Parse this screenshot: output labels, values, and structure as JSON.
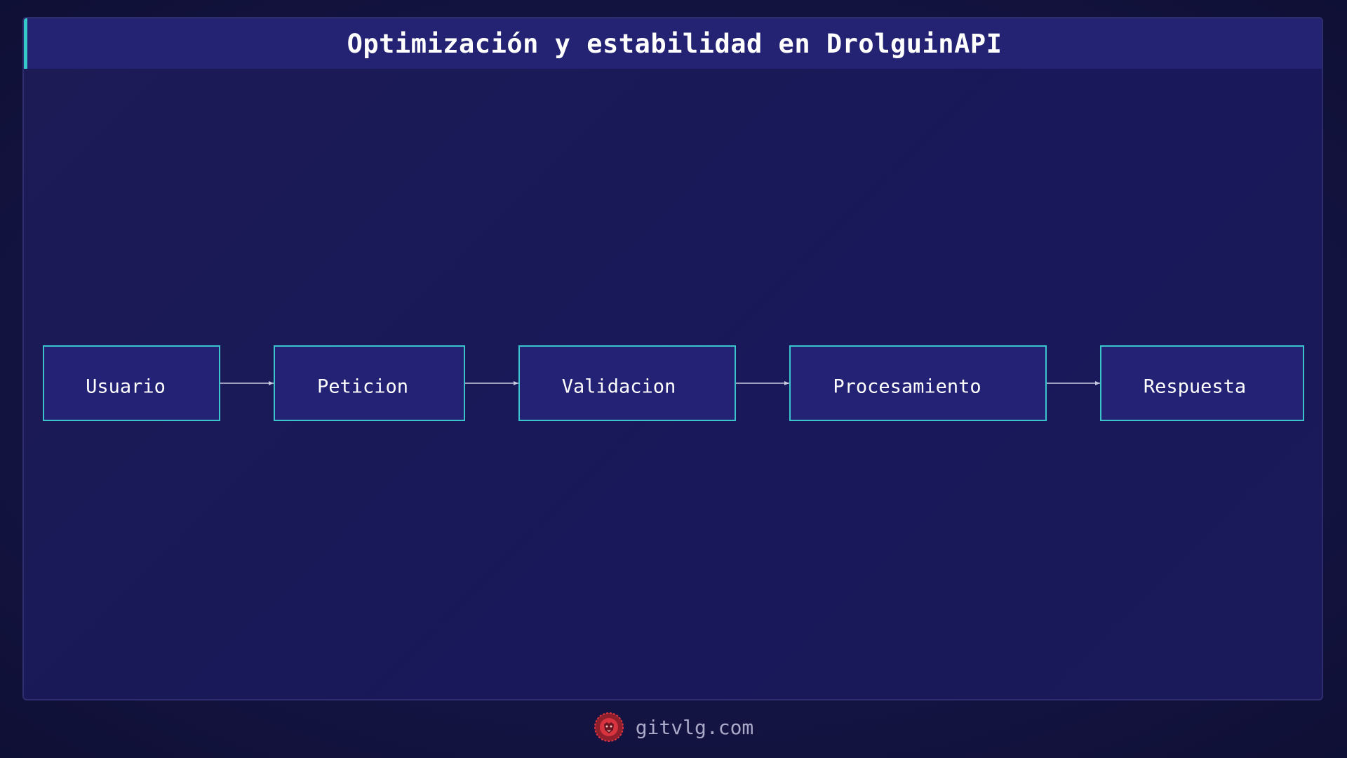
{
  "header": {
    "title": "Optimización y estabilidad en DrolguinAPI"
  },
  "diagram": {
    "type": "flowchart",
    "direction": "left-to-right",
    "nodes": [
      {
        "id": "usuario",
        "label": "Usuario"
      },
      {
        "id": "peticion",
        "label": "Peticion"
      },
      {
        "id": "validacion",
        "label": "Validacion"
      },
      {
        "id": "procesamiento",
        "label": "Procesamiento"
      },
      {
        "id": "respuesta",
        "label": "Respuesta"
      }
    ],
    "edges": [
      {
        "from": "usuario",
        "to": "peticion"
      },
      {
        "from": "peticion",
        "to": "validacion"
      },
      {
        "from": "validacion",
        "to": "procesamiento"
      },
      {
        "from": "procesamiento",
        "to": "respuesta"
      }
    ]
  },
  "footer": {
    "site": "gitvlg.com",
    "logo_icon": "lion-head-icon"
  },
  "colors": {
    "background": "#15154a",
    "header_bg": "#232273",
    "accent": "#35c9c9",
    "node_fill": "#232274",
    "node_border": "#3cc4cc",
    "logo": "#d8343f"
  }
}
